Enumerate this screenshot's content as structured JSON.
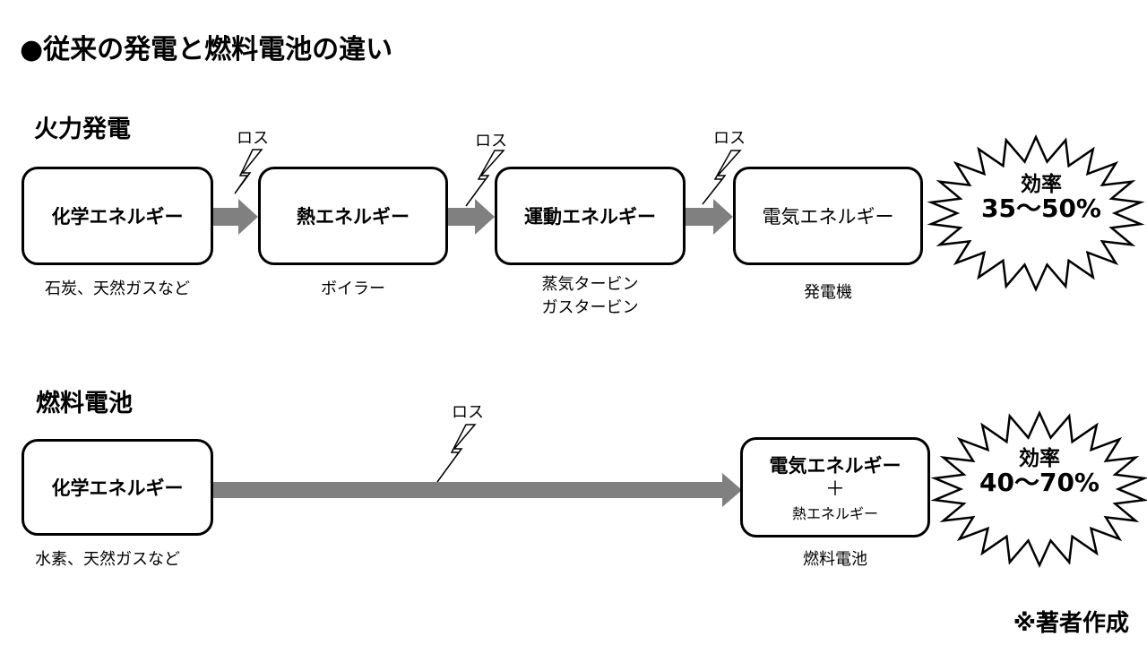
{
  "title": "●従来の発電と燃料電池の違い",
  "thermal": {
    "heading": "火力発電",
    "boxes": [
      "化学エネルギー",
      "熱エネルギー",
      "運動エネルギー",
      "電気エネルギー"
    ],
    "captions": [
      "石炭、天然ガスなど",
      "ボイラー",
      "蒸気タービン\nガスタービン",
      "発電機"
    ],
    "loss_label": "ロス",
    "efficiency_label": "効率",
    "efficiency_value": "35～50%"
  },
  "fuelcell": {
    "heading": "燃料電池",
    "source_box": "化学エネルギー",
    "source_caption": "水素、天然ガスなど",
    "loss_label": "ロス",
    "output_main": "電気エネルギー",
    "output_plus": "＋",
    "output_sub": "熱エネルギー",
    "output_caption": "燃料電池",
    "efficiency_label": "効率",
    "efficiency_value": "40～70%"
  },
  "colors": {
    "arrow": "#808080",
    "border": "#000000"
  },
  "note": "※著者作成"
}
